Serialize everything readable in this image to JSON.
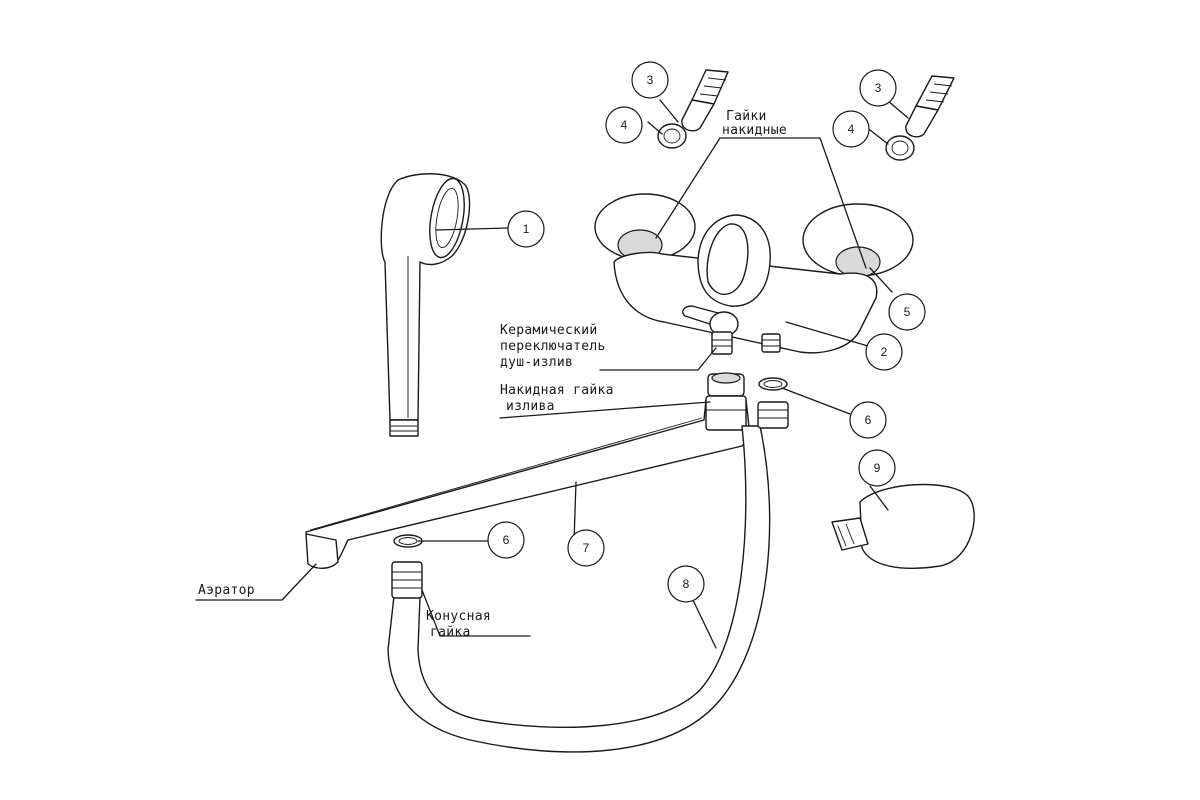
{
  "callouts": [
    "1",
    "2",
    "3",
    "4",
    "5",
    "6",
    "7",
    "8",
    "9"
  ],
  "labels": {
    "union_nuts_1": "Гайки",
    "union_nuts_2": "накидные",
    "ceramic_1": "Керамический",
    "ceramic_2": "переключатель",
    "ceramic_3": "душ-излив",
    "spout_nut_1": "Накидная гайка",
    "spout_nut_2": "излива",
    "aerator": "Аэратор",
    "cone_nut_1": "Конусная",
    "cone_nut_2": "гайка"
  }
}
